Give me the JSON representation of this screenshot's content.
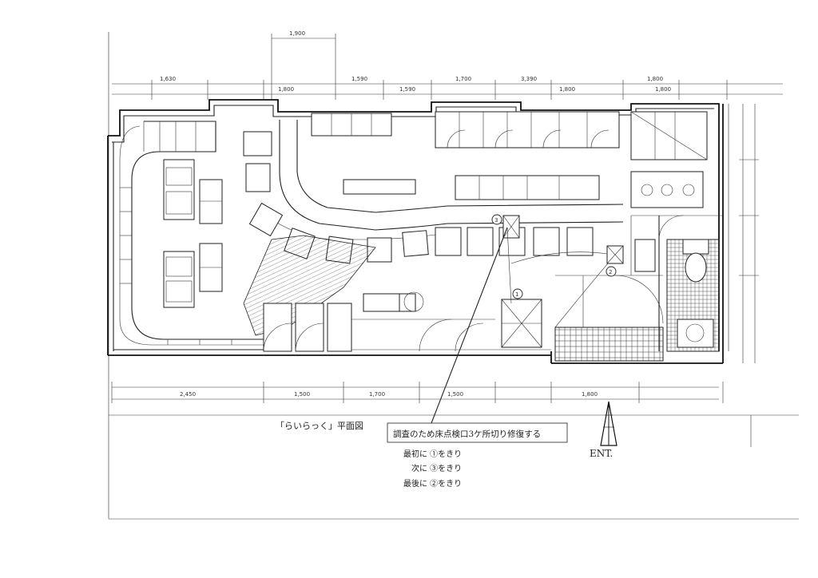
{
  "dimensions_top": [
    "1,900",
    "1,630",
    "1,590",
    "1,800",
    "1,590",
    "1,700",
    "3,390",
    "1,800",
    "1,800",
    "1,800"
  ],
  "dimensions_bottom": [
    "2,450",
    "1,500",
    "1,700",
    "1,500",
    "1,800"
  ],
  "drawing_title": "「らいらっく」平面図",
  "note_main": "調査のため床点検口3ケ所切り修復する",
  "note_steps": [
    "最初に ①をきり",
    "次に ③をきり",
    "最後に ②をきり"
  ],
  "markers": [
    "1",
    "2",
    "3"
  ],
  "entrance_label": "ENT."
}
